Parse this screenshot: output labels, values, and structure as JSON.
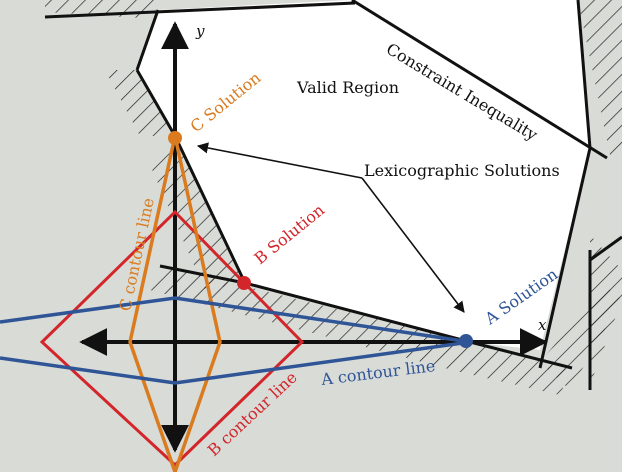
{
  "labels": {
    "y_axis": "y",
    "x_axis": "x",
    "valid_region": "Valid Region",
    "constraint_inequality": "Constraint Inequality",
    "lexicographic_solutions": "Lexicographic Solutions",
    "c_solution": "C Solution",
    "b_solution": "B Solution",
    "a_solution": "A Solution",
    "c_contour": "C contour line",
    "b_contour": "B contour line",
    "a_contour": "A contour line"
  },
  "colors": {
    "background": "#d9dbd7",
    "region": "#ffffff",
    "constraint": "#111111",
    "axes": "#111111",
    "a": "#2f5597",
    "b": "#d2262b",
    "c": "#d97b1e",
    "text": "#111111"
  }
}
